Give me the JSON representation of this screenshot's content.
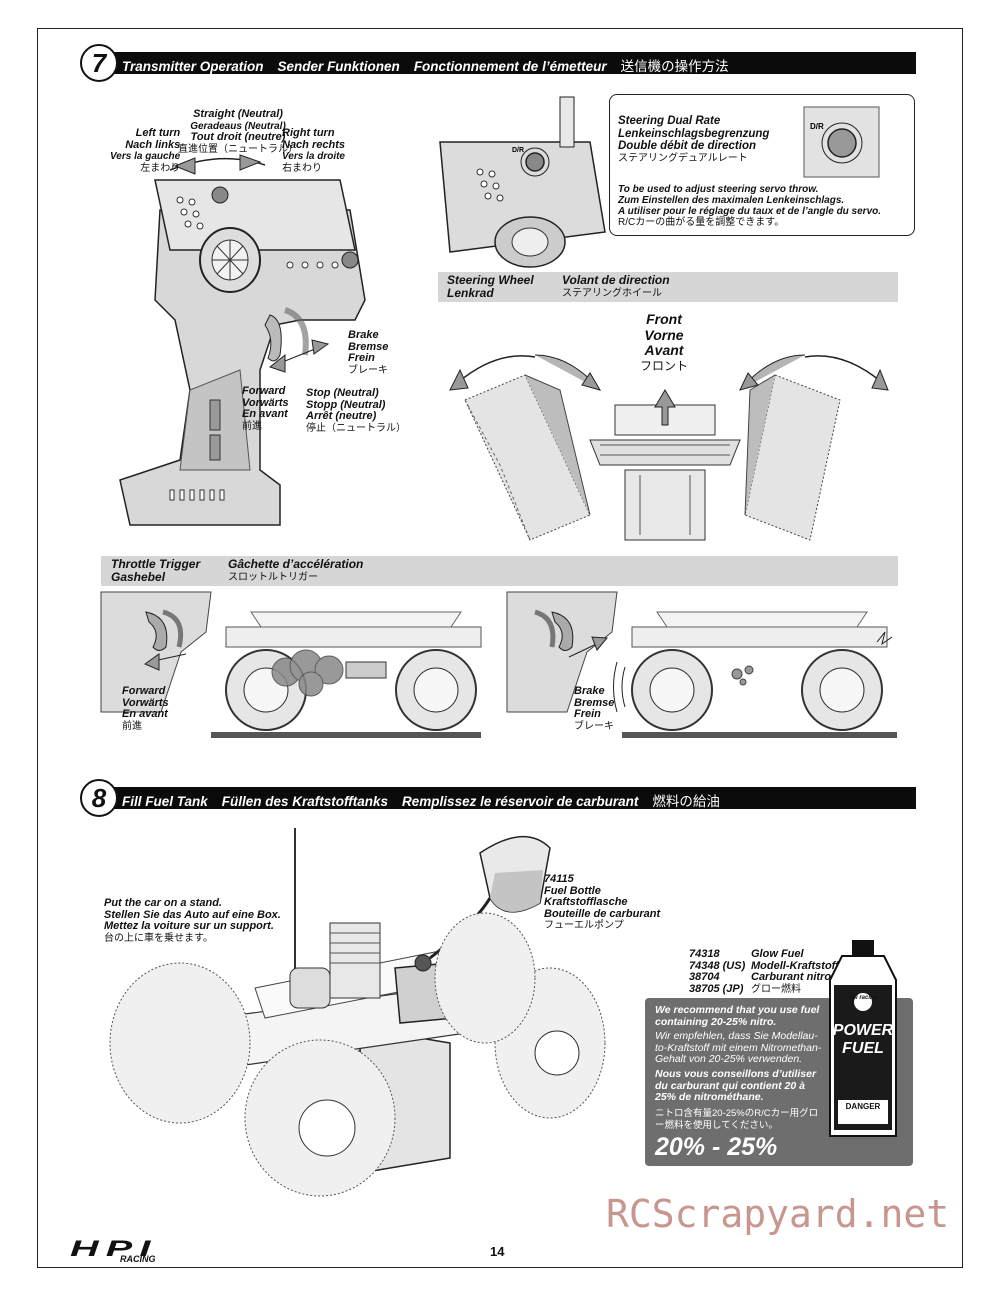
{
  "step7": {
    "number": "7",
    "titles": [
      "Transmitter Operation",
      "Sender Funktionen",
      "Fonctionnement de l’émetteur"
    ],
    "title_jp": "送信機の操作方法"
  },
  "transmitter_labels": {
    "left_turn": [
      "Left turn",
      "Nach links",
      "Vers la gauche"
    ],
    "left_turn_jp": "左まわり",
    "straight": [
      "Straight (Neutral)",
      "Geradeaus (Neutral)",
      "Tout droit (neutre)"
    ],
    "straight_jp": "直進位置（ニュートラル）",
    "right_turn": [
      "Right turn",
      "Nach rechts",
      "Vers la droite"
    ],
    "right_turn_jp": "右まわり",
    "brake": [
      "Brake",
      "Bremse",
      "Frein"
    ],
    "brake_jp": "ブレーキ",
    "forward": [
      "Forward",
      "Vorwärts",
      "En avant"
    ],
    "forward_jp": "前進",
    "stop": [
      "Stop (Neutral)",
      "Stopp (Neutral)",
      "Arrêt (neutre)"
    ],
    "stop_jp": "停止（ニュートラル）"
  },
  "dual_rate": {
    "title": [
      "Steering Dual Rate",
      "Lenkeinschlagsbegrenzung",
      "Double débit de direction"
    ],
    "title_jp": "ステアリングデュアルレート",
    "desc": [
      "To be used to adjust steering servo throw.",
      "Zum Einstellen des maximalen Lenkeinschlags.",
      "A utiliser pour le réglage du taux et de l’angle du servo."
    ],
    "desc_jp": "R/Cカーの曲がる量を調整できます。"
  },
  "steering_wheel_bar": {
    "en": "Steering Wheel",
    "de": "Lenkrad",
    "fr": "Volant de direction",
    "jp": "ステアリングホイール"
  },
  "front_labels": [
    "Front",
    "Vorne",
    "Avant"
  ],
  "front_jp": "フロント",
  "throttle_bar": {
    "en": "Throttle Trigger",
    "de": "Gashebel",
    "fr": "Gâchette d’accélération",
    "jp": "スロットルトリガー"
  },
  "throttle_forward": [
    "Forward",
    "Vorwärts",
    "En avant"
  ],
  "throttle_forward_jp": "前進",
  "throttle_brake": [
    "Brake",
    "Bremse",
    "Frein"
  ],
  "throttle_brake_jp": "ブレーキ",
  "step8": {
    "number": "8",
    "titles": [
      "Fill Fuel Tank",
      "Füllen des Kraftstofftanks",
      "Remplissez le réservoir de carburant"
    ],
    "title_jp": "燃料の給油"
  },
  "stand_note": [
    "Put the car on a stand.",
    "Stellen Sie das Auto auf eine Box.",
    "Mettez la voiture sur un support."
  ],
  "stand_note_jp": "台の上に車を乗せます。",
  "fuel_bottle": {
    "part": "74115",
    "names": [
      "Fuel Bottle",
      "Kraftstofflasche",
      "Bouteille de carburant"
    ],
    "name_jp": "フューエルポンプ"
  },
  "glow_fuel": {
    "parts": [
      "74318",
      "74348 (US)",
      "38704",
      "38705 (JP)"
    ],
    "names": [
      "Glow Fuel",
      "Modell-Kraftstoff",
      "Carburant nitro",
      "グロー燃料"
    ]
  },
  "fuel_box": {
    "en": "We recommend that you use fuel containing 20-25% nitro.",
    "de": "Wir empfehlen, dass Sie Modellau-to-Kraftstoff mit einem Nitromethan-Gehalt von 20-25% verwenden.",
    "fr": "Nous vous conseillons d’utiliser du carburant qui contient 20 à 25% de nitrométhane.",
    "jp": "ニトロ含有量20-25%のR/Cカー用グロー燃料を使用してください。",
    "percent": "20% - 25%"
  },
  "fuel_can": {
    "brand": "hpi racing",
    "name": "POWER",
    "name2": "FUEL",
    "warning": "DANGER"
  },
  "dr_label": "D/R",
  "footer": {
    "logo": "HPI",
    "logo_sub": "RACING",
    "page": "14"
  },
  "watermark": "RCScrapyard.net"
}
